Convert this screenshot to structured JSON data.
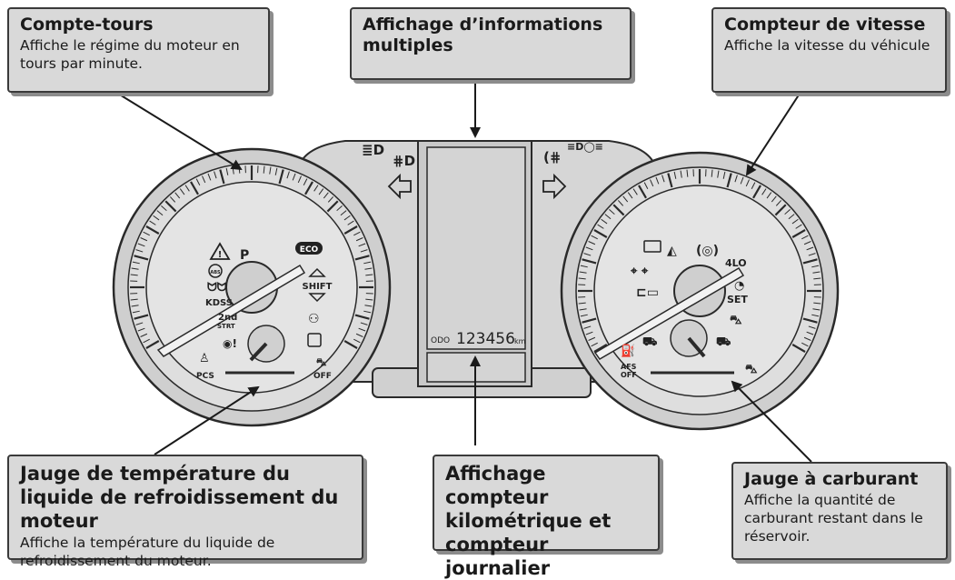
{
  "callouts": {
    "tachometer": {
      "title": "Compte-tours",
      "desc": "Affiche le régime du moteur en tours par minute."
    },
    "multi_info": {
      "title": "Affichage d’informations multiples",
      "desc": ""
    },
    "speedometer": {
      "title": "Compteur de vitesse",
      "desc": "Affiche la vitesse du véhicule"
    },
    "coolant": {
      "title": "Jauge de température du liquide de refroidissement du moteur",
      "desc": "Affiche la température du liquide de refroidissement du moteur."
    },
    "odometer": {
      "title": "Affichage compteur kilométrique et compteur journalier",
      "desc": ""
    },
    "fuel": {
      "title": "Jauge à carburant",
      "desc": "Affiche la quantité de carburant restant dans le réservoir."
    }
  },
  "cluster": {
    "odo_label": "ODO",
    "odo_value": "123456",
    "odo_unit": "km",
    "left_gauge_labels": {
      "eco": "ECO",
      "shift": "SHIFT",
      "kdss": "KDSS",
      "second_start": "2nd",
      "start_sub": "STRT",
      "pcs": "PCS",
      "off": "OFF",
      "abs": "ABS",
      "park": "P"
    },
    "right_gauge_labels": {
      "four_lo": "4LO",
      "set": "SET",
      "afs": "AFS",
      "afs_off": "OFF"
    }
  },
  "colors": {
    "callout_fill": "#d9d9d9",
    "callout_border": "#3a3a3a",
    "shadow": "#8c8c8c",
    "dial": "#e2e2e2",
    "bezel": "#cfcfcf",
    "outline": "#2a2a2a"
  }
}
